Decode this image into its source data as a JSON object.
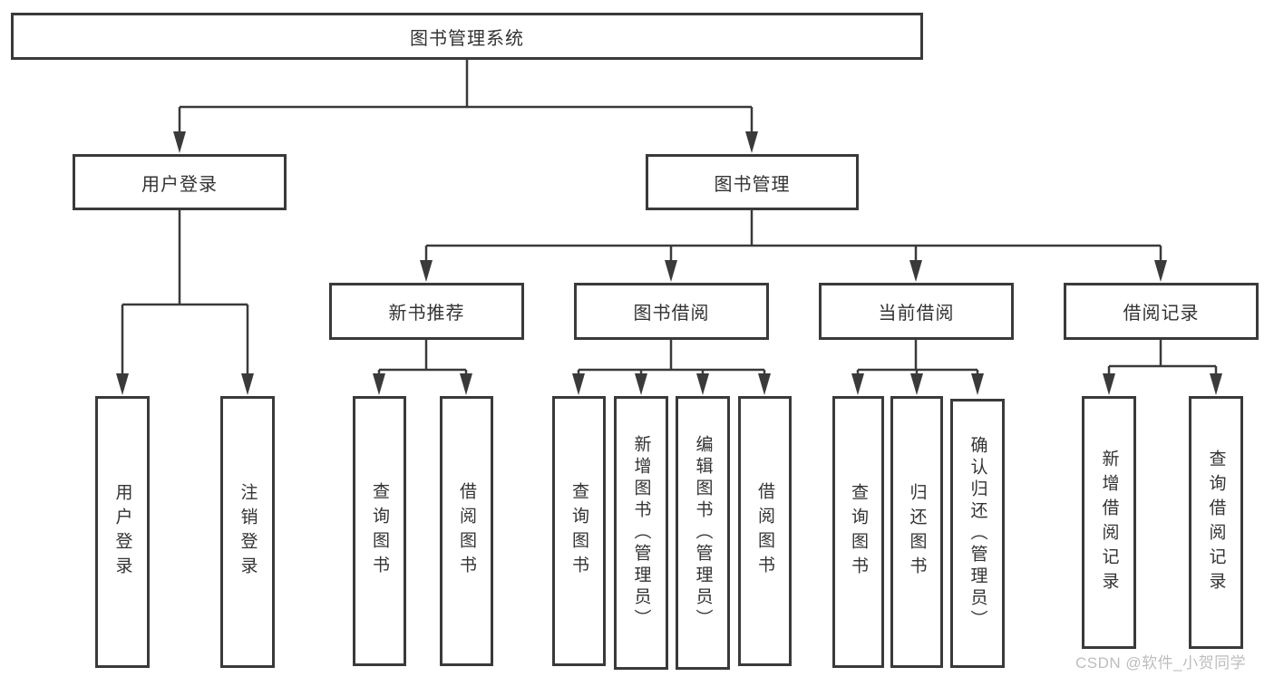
{
  "diagram_title": "图书管理系统",
  "watermark": "CSDN @软件_小贺同学",
  "colors": {
    "line": "#3a3a3a",
    "text": "#333333",
    "watermark": "#bdbdbd",
    "background": "#ffffff"
  },
  "nodes": {
    "root": {
      "label": "图书管理系统"
    },
    "level2": [
      {
        "label": "用户登录"
      },
      {
        "label": "图书管理"
      }
    ],
    "level3": [
      {
        "label": "新书推荐",
        "parent": "图书管理"
      },
      {
        "label": "图书借阅",
        "parent": "图书管理"
      },
      {
        "label": "当前借阅",
        "parent": "图书管理"
      },
      {
        "label": "借阅记录",
        "parent": "图书管理"
      }
    ],
    "leaves": [
      {
        "label": "用户登录",
        "parent": "用户登录"
      },
      {
        "label": "注销登录",
        "parent": "用户登录"
      },
      {
        "label": "查询图书",
        "parent": "新书推荐"
      },
      {
        "label": "借阅图书",
        "parent": "新书推荐"
      },
      {
        "label": "查询图书",
        "parent": "图书借阅"
      },
      {
        "label": "新增图书（管理员）",
        "parent": "图书借阅"
      },
      {
        "label": "编辑图书（管理员）",
        "parent": "图书借阅"
      },
      {
        "label": "借阅图书",
        "parent": "图书借阅"
      },
      {
        "label": "查询图书",
        "parent": "当前借阅"
      },
      {
        "label": "归还图书",
        "parent": "当前借阅"
      },
      {
        "label": "确认归还（管理员）",
        "parent": "当前借阅"
      },
      {
        "label": "新增借阅记录",
        "parent": "借阅记录"
      },
      {
        "label": "查询借阅记录",
        "parent": "借阅记录"
      }
    ]
  }
}
